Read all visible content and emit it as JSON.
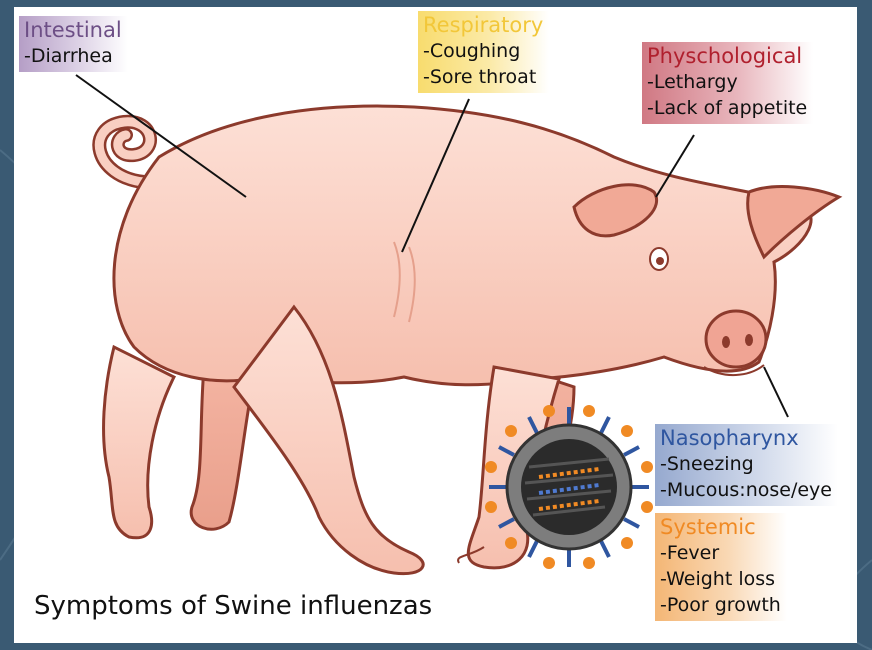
{
  "caption": "Symptoms of Swine influenzas",
  "categories": [
    {
      "key": "intestinal",
      "title": "Intestinal",
      "items": [
        "-Diarrhea"
      ],
      "color": "#6d4f86"
    },
    {
      "key": "respiratory",
      "title": "Respiratory",
      "items": [
        "-Coughing",
        "-Sore throat"
      ],
      "color": "#f2c739"
    },
    {
      "key": "psychological",
      "title": "Physchological",
      "items": [
        "-Lethargy",
        "-Lack of appetite"
      ],
      "color": "#b0202e"
    },
    {
      "key": "nasopharynx",
      "title": "Nasopharynx",
      "items": [
        "-Sneezing",
        "-Mucous:nose/eye"
      ],
      "color": "#2f56a0"
    },
    {
      "key": "systemic",
      "title": "Systemic",
      "items": [
        "-Fever",
        "-Weight loss",
        "-Poor growth"
      ],
      "color": "#f08a24"
    }
  ],
  "illustration": {
    "subject": "pig-icon",
    "virus": "virus-particle-icon"
  }
}
